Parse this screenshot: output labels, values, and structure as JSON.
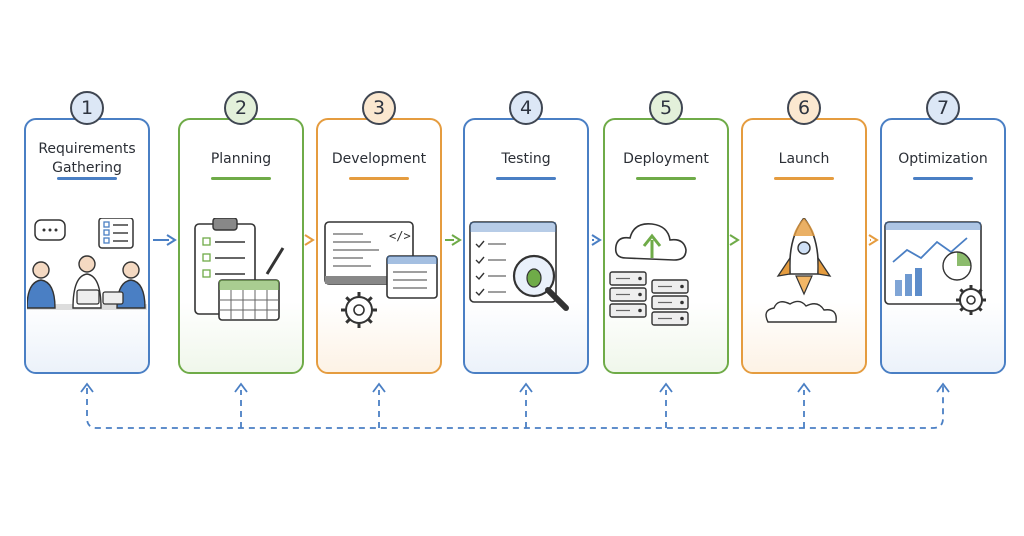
{
  "steps": [
    {
      "number": "1",
      "title": "Requirements Gathering",
      "color": "#4a7fc4",
      "icon": "team-icon"
    },
    {
      "number": "2",
      "title": "Planning",
      "color": "#6fab48",
      "icon": "clipboard-calendar-icon"
    },
    {
      "number": "3",
      "title": "Development",
      "color": "#e59c3f",
      "icon": "code-monitor-icon"
    },
    {
      "number": "4",
      "title": "Testing",
      "color": "#4a7fc4",
      "icon": "bug-search-icon"
    },
    {
      "number": "5",
      "title": "Deployment",
      "color": "#6fab48",
      "icon": "cloud-server-icon"
    },
    {
      "number": "6",
      "title": "Launch",
      "color": "#e59c3f",
      "icon": "rocket-icon"
    },
    {
      "number": "7",
      "title": "Optimization",
      "color": "#4a7fc4",
      "icon": "analytics-gear-icon"
    }
  ],
  "colors": {
    "blue": "#4a7fc4",
    "green": "#6fab48",
    "orange": "#e59c3f",
    "dashed_loop": "#4a7fc4"
  },
  "connectors": {
    "between_steps": "solid-arrows",
    "feedback_loop": "dashed-lines-with-up-arrows"
  }
}
